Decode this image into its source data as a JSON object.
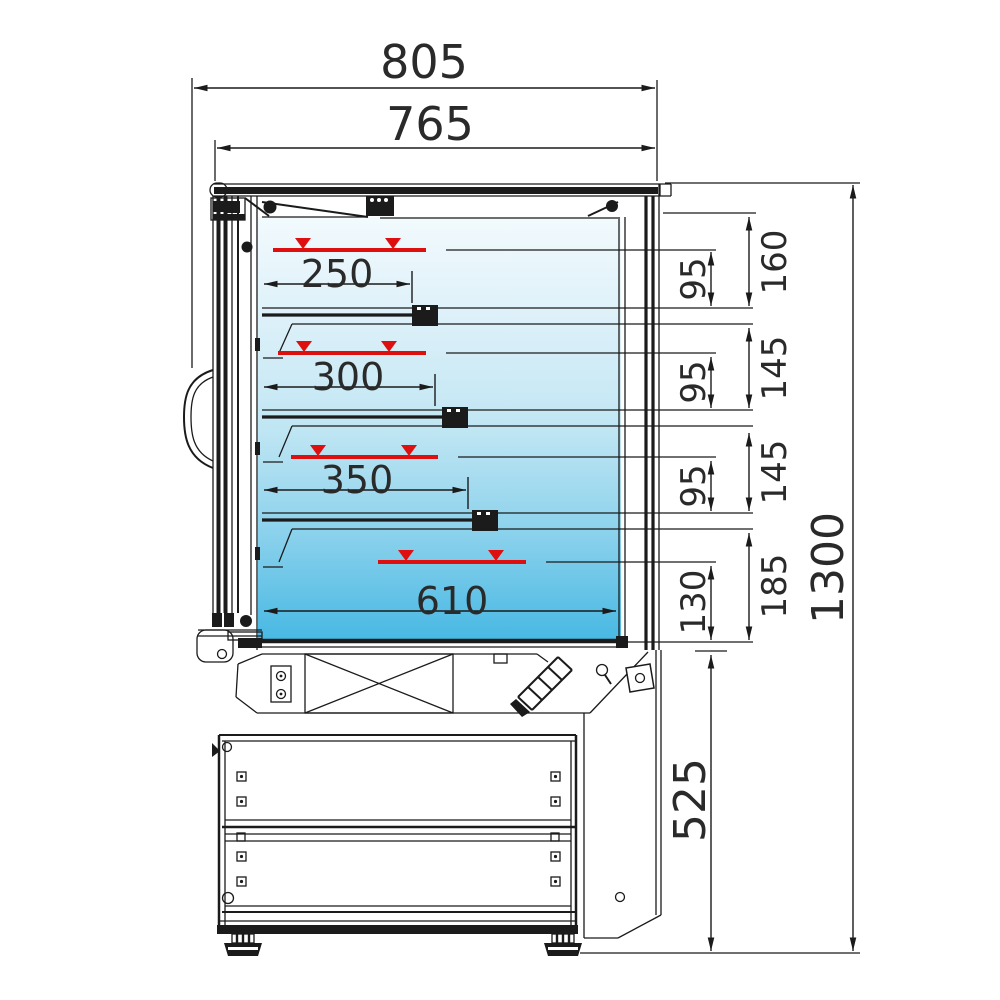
{
  "drawing": {
    "subject": "refrigerated-display-case-side-section",
    "colors": {
      "line": "#1b1b1b",
      "accent_red": "#dd100f",
      "glass_gradient_top": "#f2fafd",
      "glass_gradient_bottom": "#47b8e3"
    },
    "dims": {
      "overall_width": "805",
      "glass_width": "765",
      "overall_height": "1300",
      "base_height": "525",
      "levels": [
        {
          "depth": "250",
          "clearance": "95",
          "pitch": "160"
        },
        {
          "depth": "300",
          "clearance": "95",
          "pitch": "145"
        },
        {
          "depth": "350",
          "clearance": "95",
          "pitch": "145"
        },
        {
          "depth": "610",
          "clearance": "130",
          "pitch": "185"
        }
      ]
    }
  }
}
